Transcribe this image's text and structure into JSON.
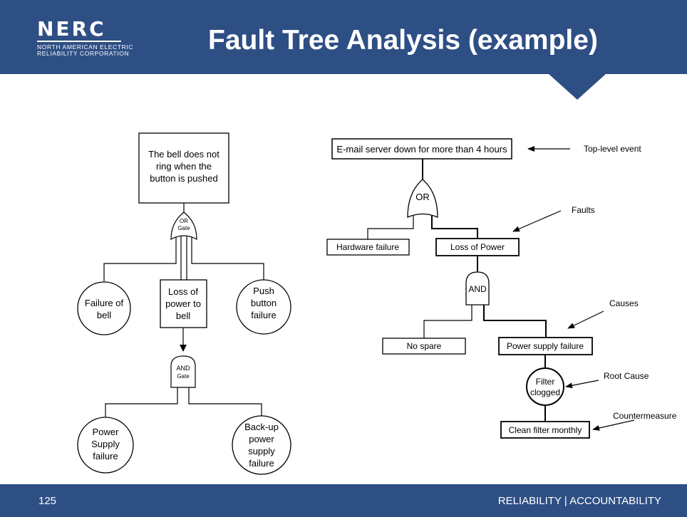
{
  "header": {
    "logo_word": "NERC",
    "logo_sub_1": "NORTH AMERICAN ELECTRIC",
    "logo_sub_2": "RELIABILITY CORPORATION",
    "title": "Fault Tree Analysis (example)"
  },
  "left_tree": {
    "top_event": [
      "The bell does not",
      "ring when the",
      "button is pushed"
    ],
    "or_gate": [
      "OR",
      "Gate"
    ],
    "failure_bell": [
      "Failure of",
      "bell"
    ],
    "loss_power": [
      "Loss of",
      "power to",
      "bell"
    ],
    "push_button": [
      "Push",
      "button",
      "failure"
    ],
    "and_gate": [
      "AND",
      "Gate"
    ],
    "power_supply": [
      "Power",
      "Supply",
      "failure"
    ],
    "backup": [
      "Back-up",
      "power",
      "supply",
      "failure"
    ]
  },
  "right_tree": {
    "top_event": "E-mail server down for more than 4 hours",
    "or_gate": "OR",
    "hardware": "Hardware failure",
    "loss_power": "Loss of Power",
    "and_gate": "AND",
    "no_spare": "No spare",
    "psu_failure": "Power supply failure",
    "filter": [
      "Filter",
      "clogged"
    ],
    "clean_filter": "Clean filter monthly"
  },
  "annotations": {
    "top_level": "Top-level event",
    "faults": "Faults",
    "causes": "Causes",
    "root_cause": "Root Cause",
    "countermeasure": "Countermeasure"
  },
  "footer": {
    "page": "125",
    "tagline": "RELIABILITY | ACCOUNTABILITY"
  },
  "colors": {
    "header_bg": "#2e4f84",
    "footer_bg": "#2e4f84"
  }
}
